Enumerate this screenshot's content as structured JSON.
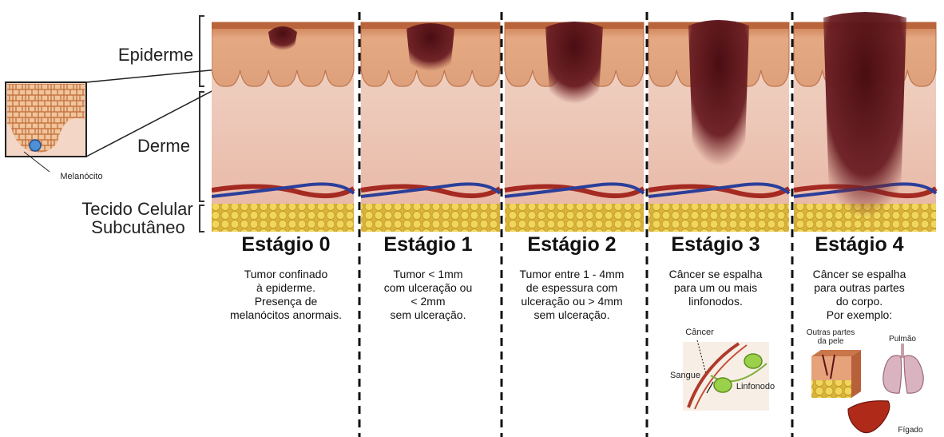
{
  "layers": {
    "epiderme": "Epiderme",
    "derme": "Derme",
    "tecido_line1": "Tecido Celular",
    "tecido_line2": "Subcutâneo"
  },
  "inset": {
    "melanocito": "Melanócito"
  },
  "stages": [
    {
      "title": "Estágio 0",
      "description": "Tumor confinado\nà epiderme.\nPresença de\nmelanócitos anormais."
    },
    {
      "title": "Estágio 1",
      "description": "Tumor < 1mm\ncom ulceração ou\n< 2mm\nsem ulceração."
    },
    {
      "title": "Estágio 2",
      "description": "Tumor entre 1 - 4mm\nde espessura com\nulceração ou > 4mm\nsem ulceração."
    },
    {
      "title": "Estágio 3",
      "description": "Câncer se espalha\npara um ou mais\nlinfonodos."
    },
    {
      "title": "Estágio 4",
      "description": "Câncer se espalha\npara outras partes\ndo corpo.\nPor exemplo:"
    }
  ],
  "stage3_inset": {
    "cancer": "Câncer",
    "sangue": "Sangue",
    "linfonodo": "Linfonodo"
  },
  "stage4_examples": {
    "pele": "Outras partes\nda pele",
    "pulmao": "Pulmão",
    "figado": "Fígado"
  },
  "colors": {
    "epidermis": "#d99a6c",
    "dermis": "#f1cfc0",
    "fat": "#e8cc4a",
    "tumor": "#5a1418",
    "artery": "#a42a22",
    "vein": "#2b3f9a"
  }
}
